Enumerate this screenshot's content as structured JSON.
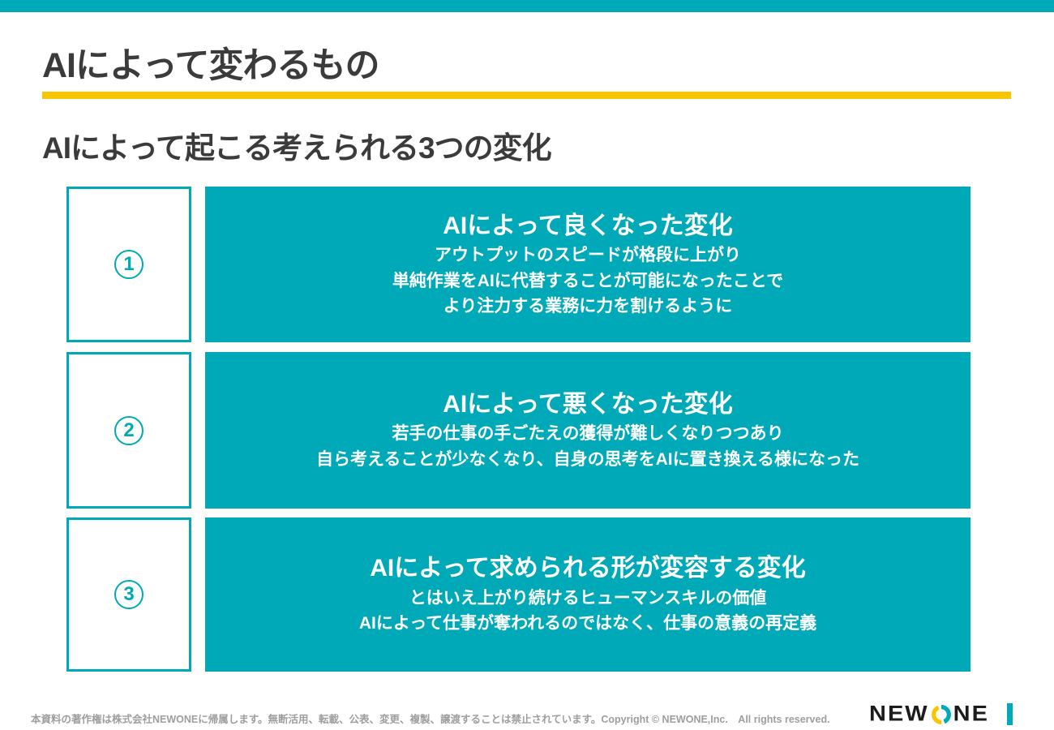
{
  "page": {
    "title": "AIによって変わるもの",
    "subtitle": "AIによって起こる考えられる3つの変化"
  },
  "rows": [
    {
      "number": "1",
      "heading": "AIによって良くなった変化",
      "lines": [
        "アウトプットのスピードが格段に上がり",
        "単純作業をAIに代替することが可能になったことで",
        "より注力する業務に力を割けるように"
      ]
    },
    {
      "number": "2",
      "heading": "AIによって悪くなった変化",
      "lines": [
        "若手の仕事の手ごたえの獲得が難しくなりつつあり",
        "自ら考えることが少なくなり、自身の思考をAIに置き換える様になった"
      ]
    },
    {
      "number": "3",
      "heading": "AIによって求められる形が変容する変化",
      "lines": [
        "とはいえ上がり続けるヒューマンスキルの価値",
        "AIによって仕事が奪われるのではなく、仕事の意義の再定義"
      ]
    }
  ],
  "footer": {
    "copyright": "本資料の著作権は株式会社NEWONEに帰属します。無断活用、転載、公表、変更、複製、譲渡することは禁止されています。Copyright © NEWONE,Inc.　All rights reserved.",
    "logo_left": "NEW",
    "logo_right": "NE"
  },
  "colors": {
    "teal": "#00A9B7",
    "yellow": "#F7C600",
    "heading_text": "#3B3B3B",
    "footer_gray": "#9E9E9E",
    "logo_black": "#1C1C1C"
  }
}
